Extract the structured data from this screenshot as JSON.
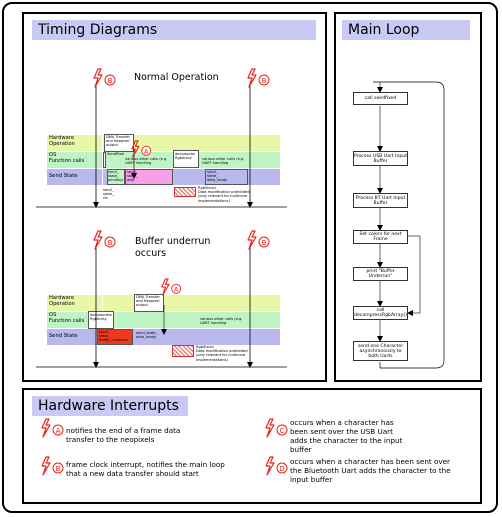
{
  "panels": {
    "timing_title": "Timing Diagrams",
    "loop_title": "Main Loop",
    "hw_title": "Hardware Interrupts"
  },
  "timing": {
    "normal_title": "Normal Operation",
    "underrun_title_line1": "Buffer underrun",
    "underrun_title_line2": "occurs",
    "row_hardware_1": "Hardware",
    "row_hardware_2": "Operation",
    "row_os_1": "OS",
    "row_os_2": "Function calls",
    "row_send": "Send State",
    "normal": {
      "dma_line1": "DMA Transfer",
      "dma_line2": "and Neopixel",
      "dma_line3": "output",
      "send_pixel": "SendPixel",
      "various1_line1": "various other calls (e.g.",
      "various1_line2": "UART handling",
      "decompress_line1": "decompres",
      "decompress_line2": "RgbArray",
      "various2_line1": "various other calls (e.g.",
      "various2_line2": "UART handling",
      "state1_line1": "send_",
      "state1_line2": "state_",
      "state1_line3": "pending",
      "state2_line1": "send_",
      "state2_line2": "state_",
      "state2_line3": "wait",
      "state3_line1": "send_",
      "state3_line2": "state_",
      "state3_line3": "data_ready",
      "below1_line1": "send_",
      "below1_line2": "state_",
      "below1_line3": "rts",
      "legend_line1": "RgbStruct",
      "legend_line2": "Data modification prohibited",
      "legend_line3": "(only relevant for multicore",
      "legend_line4": "implementations)"
    },
    "underrun": {
      "dma_line1": "DMA Transfer",
      "dma_line2": "and Neopixel",
      "dma_line3": "output",
      "decompress_line1": "decompress",
      "decompress_line2": "RgbArray",
      "various_line1": "various other calls (e.g.",
      "various_line2": "UART handling",
      "red_line1": "send_",
      "red_line2": "state_",
      "red_line3": "buffer_underrun",
      "state_line1": "send_state_",
      "state_line2": "data_ready",
      "legend_line1": "RgbStruct",
      "legend_line2": "Data modification prohibited",
      "legend_line3": "(only relevant for multicore",
      "legend_line4": "implementations)"
    }
  },
  "loop": {
    "steps": [
      "call seedfixed",
      "Process USB Uart Input Buffer",
      "Process BT Uart Input Buffer",
      "Set colors for next Frame",
      "print \"Buffer Underrun\"",
      "call decompressRgbArray()",
      "send one Character asynchronously to both Uarts"
    ]
  },
  "interrupts": [
    {
      "letter": "A",
      "text": "notifies the end of a frame data transfer to the neopixels"
    },
    {
      "letter": "B",
      "text": "frame clock interrupt, notifies the main loop that a new data transfer should start"
    },
    {
      "letter": "C",
      "text": "occurs when a character has been sent over the USB Uart adds the character to the input buffer"
    },
    {
      "letter": "D",
      "text": "occurs when a character has been sent over the Bluetooth Uart adds the character to the input buffer"
    }
  ],
  "colors": {
    "title_bg": "#c9c9f5",
    "hardware_row": "#e8f7a8",
    "os_row": "#bff5c4",
    "send_row": "#b9b9ee",
    "pink_state": "#f6a0ea",
    "red_state": "#ee3a1c",
    "interrupt_red": "#e8231e"
  }
}
